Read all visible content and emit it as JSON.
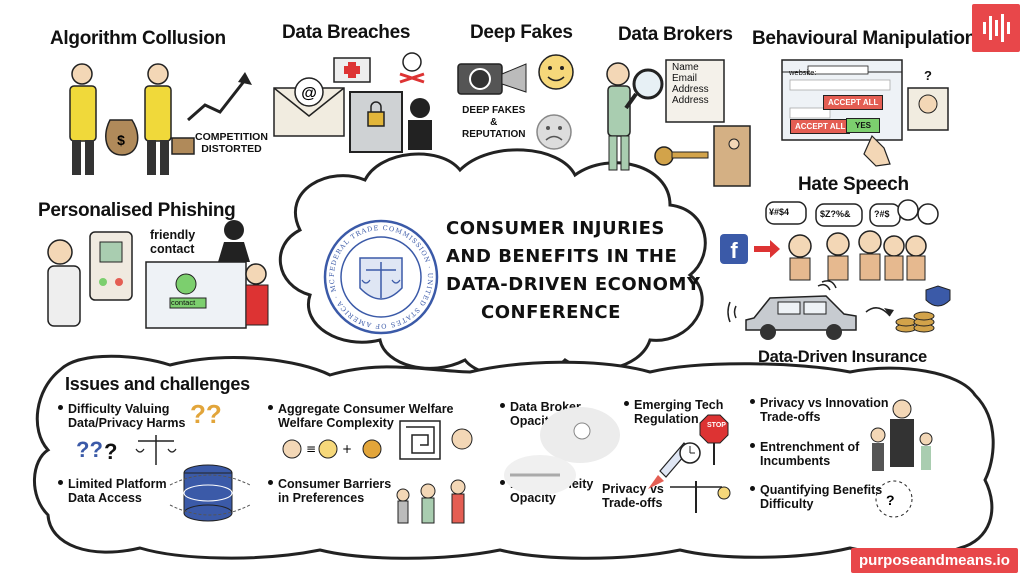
{
  "sections": {
    "algorithm_collusion": {
      "title": "Algorithm Collusion",
      "note_line1": "COMPETITION",
      "note_line2": "DISTORTED"
    },
    "data_breaches": {
      "title": "Data Breaches"
    },
    "deep_fakes": {
      "title": "Deep Fakes",
      "note_line1": "DEEP FAKES",
      "note_line2": "&",
      "note_line3": "REPUTATION"
    },
    "data_brokers": {
      "title": "Data Brokers",
      "doc_lines": [
        "Name",
        "Email",
        "Address",
        "Address"
      ]
    },
    "behavioural_manipulation": {
      "title": "Behavioural Manipulation",
      "website_label": "website:",
      "btn_accept_all_1": "ACCEPT ALL",
      "btn_accept_all_2": "ACCEPT ALL",
      "btn_yes": "YES"
    },
    "personalised_phishing": {
      "title": "Personalised Phishing",
      "note_line1": "friendly",
      "note_line2": "contact",
      "contact_label": "contact"
    },
    "hate_speech": {
      "title": "Hate Speech",
      "bubbles": [
        "¥#$4",
        "$Z?%&",
        "?#$"
      ]
    },
    "data_driven_insurance": {
      "title": "Data-Driven Insurance"
    }
  },
  "center": {
    "title_lines": [
      "CONSUMER INJURIES",
      "AND BENEFITS IN THE",
      "DATA-DRIVEN ECONOMY",
      "CONFERENCE"
    ],
    "seal_text": "FEDERAL TRADE COMMISSION · UNITED STATES OF AMERICA · MCMXIV"
  },
  "issues": {
    "heading": "Issues and challenges",
    "items": [
      {
        "line1": "Difficulty Valuing",
        "line2": "Data/Privacy Harms"
      },
      {
        "line1": "Limited Platform",
        "line2": "Data Access"
      },
      {
        "line1": "Aggregate Consumer Welfare",
        "line2": "Welfare Complexity"
      },
      {
        "line1": "Consumer Barriers",
        "line2": "in Preferences"
      },
      {
        "line1": "Data Broker",
        "line2": "Opacity"
      },
      {
        "line1": "Heterogeneity",
        "line2": "Opacity"
      },
      {
        "line1": "Emerging Tech",
        "line2": "Regulation"
      },
      {
        "line1": "Privacy vs",
        "line2": "Trade-offs"
      },
      {
        "line1": "Privacy vs Innovation",
        "line2": "Trade-offs"
      },
      {
        "line1": "Entrenchment of",
        "line2": "Incumbents"
      },
      {
        "line1": "Quantifying Benefits",
        "line2": "Difficulty"
      }
    ],
    "stop_sign": "STOP"
  },
  "branding": {
    "footer": "purposeandmeans.io",
    "accent": "#e8474a"
  }
}
